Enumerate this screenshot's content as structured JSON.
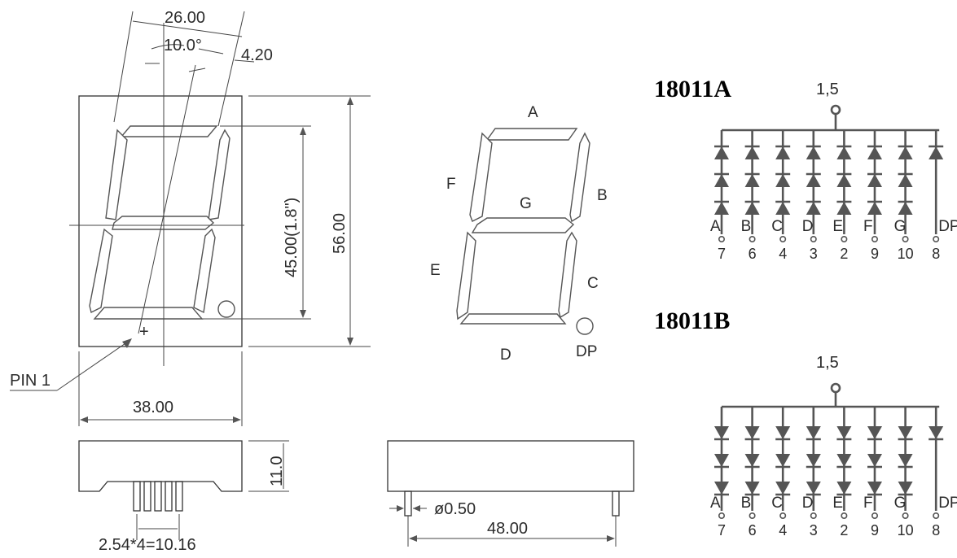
{
  "front_view": {
    "dims": {
      "top_width": "26.00",
      "slant_angle": "10.0°",
      "segment_width": "4.20",
      "digit_height": "45.00(1.8\")",
      "body_height": "56.00",
      "body_width": "38.00"
    },
    "pin1_label": "PIN 1",
    "plus_mark": "+"
  },
  "side_view": {
    "height": "11.0",
    "pin_pitch": "2.54*4=10.16"
  },
  "pin_view": {
    "pin_diameter": "ø0.50",
    "length": "48.00"
  },
  "segment_map": {
    "labels": {
      "a": "A",
      "b": "B",
      "c": "C",
      "d": "D",
      "e": "E",
      "f": "F",
      "g": "G",
      "dp": "DP"
    }
  },
  "circuits": [
    {
      "part": "18011A",
      "common_pin": "1,5",
      "orientation": "anode-up",
      "segments": [
        "A",
        "B",
        "C",
        "D",
        "E",
        "F",
        "G",
        "DP"
      ],
      "pins": [
        "7",
        "6",
        "4",
        "3",
        "2",
        "9",
        "10",
        "8"
      ]
    },
    {
      "part": "18011B",
      "common_pin": "1,5",
      "orientation": "cathode-down",
      "segments": [
        "A",
        "B",
        "C",
        "D",
        "E",
        "F",
        "G",
        "DP"
      ],
      "pins": [
        "7",
        "6",
        "4",
        "3",
        "2",
        "9",
        "10",
        "8"
      ]
    }
  ],
  "colors": {
    "line": "#333333",
    "fill": "#555555",
    "background": "#ffffff"
  }
}
